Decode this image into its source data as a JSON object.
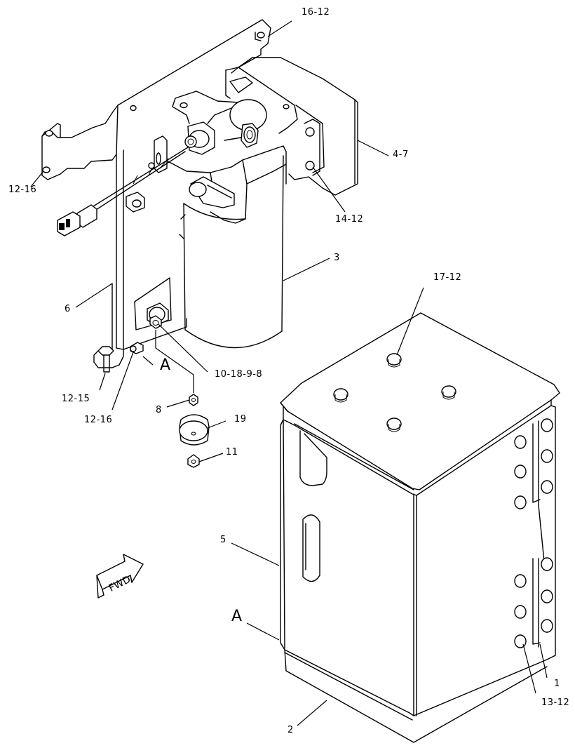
{
  "callouts": {
    "c16_12_top": "16-12",
    "c12_16_left": "12-16",
    "c4_7": "4-7",
    "c14_12": "14-12",
    "c3": "3",
    "c17_12": "17-12",
    "c6": "6",
    "c10_18_9_8": "10-18-9-8",
    "cA_upper": "A",
    "c12_15": "12-15",
    "c12_16_lower": "12-16",
    "c8": "8",
    "c19": "19",
    "c11": "11",
    "c5": "5",
    "cA_lower": "A",
    "c1": "1",
    "c13_12": "13-12",
    "c2": "2"
  },
  "fwd_arrow_label": "FWD"
}
